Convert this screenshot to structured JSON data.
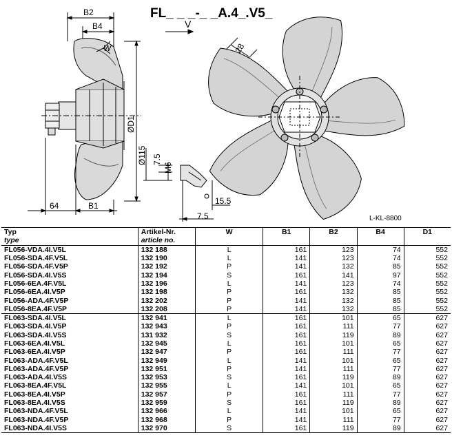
{
  "drawing": {
    "title": "FL_ _ _-_ _A.4_.V5_",
    "dims": {
      "B2": "B2",
      "B4": "B4",
      "W": "W",
      "V": "V",
      "D1": "ØD1",
      "d115": "Ø115",
      "d7_5": "7.5",
      "M6": "M6",
      "d64": "64",
      "B1": "B1",
      "d15_5": "15.5",
      "d7_5b": "7.5",
      "d28": "28"
    },
    "reference": "L-KL-8800"
  },
  "table": {
    "headers": {
      "typ": "Typ",
      "typ_sub": "type",
      "art": "Artikel-Nr.",
      "art_sub": "article no.",
      "w": "W",
      "b1": "B1",
      "b2": "B2",
      "b4": "B4",
      "d1": "D1"
    },
    "rows": [
      [
        "FL056-VDA.4I.V5L",
        "132 188",
        "L",
        "161",
        "123",
        "74",
        "552"
      ],
      [
        "FL056-SDA.4F.V5L",
        "132 190",
        "L",
        "141",
        "123",
        "74",
        "552"
      ],
      [
        "FL056-SDA.4F.V5P",
        "132 192",
        "P",
        "141",
        "132",
        "85",
        "552"
      ],
      [
        "FL056-SDA.4I.V5S",
        "132 194",
        "S",
        "161",
        "141",
        "97",
        "552"
      ],
      [
        "FL056-6EA.4F.V5L",
        "132 196",
        "L",
        "141",
        "123",
        "74",
        "552"
      ],
      [
        "FL056-6EA.4I.V5P",
        "132 198",
        "P",
        "161",
        "132",
        "85",
        "552"
      ],
      [
        "FL056-ADA.4F.V5P",
        "132 202",
        "P",
        "141",
        "132",
        "85",
        "552"
      ],
      [
        "FL056-8EA.4F.V5P",
        "132 208",
        "P",
        "141",
        "132",
        "85",
        "552"
      ],
      [
        "FL063-SDA.4I.V5L",
        "132 941",
        "L",
        "161",
        "101",
        "65",
        "627"
      ],
      [
        "FL063-SDA.4I.V5P",
        "132 943",
        "P",
        "161",
        "111",
        "77",
        "627"
      ],
      [
        "FL063-SDA.4I.V5S",
        "131 932",
        "S",
        "161",
        "119",
        "89",
        "627"
      ],
      [
        "FL063-6EA.4I.V5L",
        "132 945",
        "L",
        "161",
        "101",
        "65",
        "627"
      ],
      [
        "FL063-6EA.4I.V5P",
        "132 947",
        "P",
        "161",
        "111",
        "77",
        "627"
      ],
      [
        "FL063-ADA.4F.V5L",
        "132 949",
        "L",
        "141",
        "101",
        "65",
        "627"
      ],
      [
        "FL063-ADA.4F.V5P",
        "132 951",
        "P",
        "141",
        "111",
        "77",
        "627"
      ],
      [
        "FL063-ADA.4I.V5S",
        "132 953",
        "S",
        "161",
        "119",
        "89",
        "627"
      ],
      [
        "FL063-8EA.4F.V5L",
        "132 955",
        "L",
        "141",
        "101",
        "65",
        "627"
      ],
      [
        "FL063-8EA.4I.V5P",
        "132 957",
        "P",
        "161",
        "111",
        "77",
        "627"
      ],
      [
        "FL063-8EA.4I.V5S",
        "132 959",
        "S",
        "161",
        "119",
        "89",
        "627"
      ],
      [
        "FL063-NDA.4F.V5L",
        "132 966",
        "L",
        "141",
        "101",
        "65",
        "627"
      ],
      [
        "FL063-NDA.4F.V5P",
        "132 968",
        "P",
        "141",
        "111",
        "77",
        "627"
      ],
      [
        "FL063-NDA.4I.V5S",
        "132 970",
        "S",
        "161",
        "119",
        "89",
        "627"
      ]
    ]
  }
}
